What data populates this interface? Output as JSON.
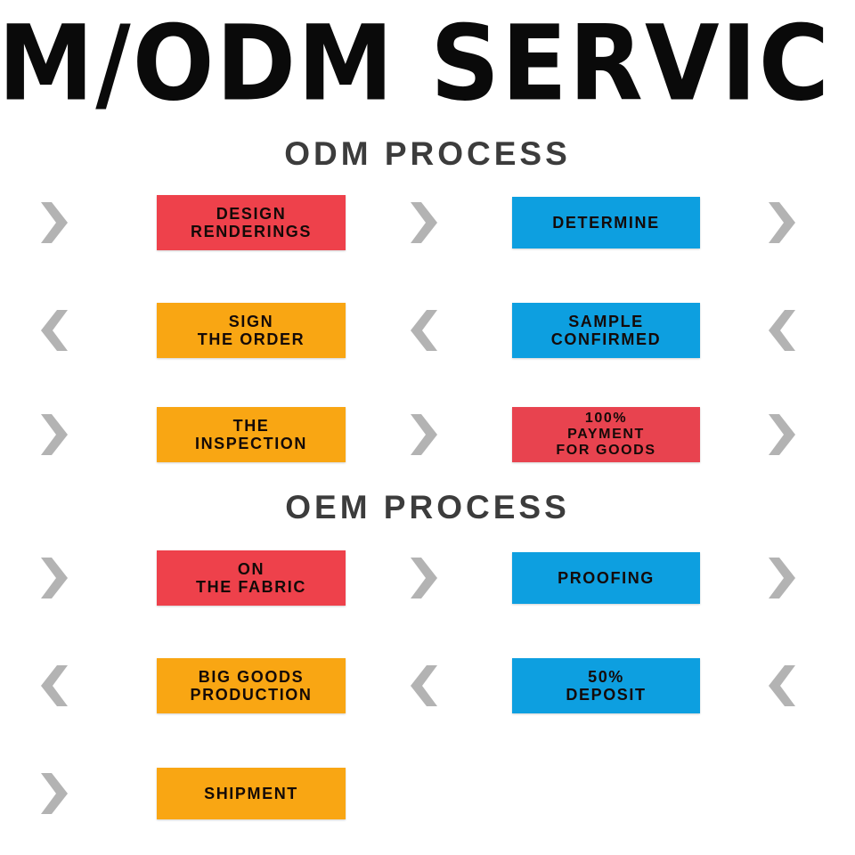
{
  "banner": {
    "title": "EM/ODM  SERVIC",
    "full_title": "OEM/ODM SERVICE"
  },
  "sections": [
    {
      "heading": "ODM PROCESS",
      "rows": [
        {
          "direction": "right",
          "left_box": {
            "color": "red",
            "lines": [
              "DESIGN",
              "RENDERINGS"
            ]
          },
          "right_box": {
            "color": "blue",
            "lines": [
              "DETERMINE"
            ]
          }
        },
        {
          "direction": "left",
          "left_box": {
            "color": "orange",
            "lines": [
              "SIGN",
              "THE ORDER"
            ]
          },
          "right_box": {
            "color": "blue",
            "lines": [
              "SAMPLE",
              "CONFIRMED"
            ]
          }
        },
        {
          "direction": "right",
          "left_box": {
            "color": "orange",
            "lines": [
              "THE",
              "INSPECTION"
            ]
          },
          "right_box": {
            "color": "red2",
            "lines": [
              "100%",
              "PAYMENT",
              "FOR GOODS"
            ]
          }
        }
      ]
    },
    {
      "heading": "OEM PROCESS",
      "rows": [
        {
          "direction": "right",
          "left_box": {
            "color": "red",
            "lines": [
              "ON",
              "THE FABRIC"
            ]
          },
          "right_box": {
            "color": "blue",
            "lines": [
              "PROOFING"
            ]
          }
        },
        {
          "direction": "left",
          "left_box": {
            "color": "orange",
            "lines": [
              "BIG GOODS",
              "PRODUCTION"
            ]
          },
          "right_box": {
            "color": "blue",
            "lines": [
              "50%",
              "DEPOSIT"
            ]
          }
        },
        {
          "direction": "right",
          "left_box": {
            "color": "orange",
            "lines": [
              "SHIPMENT"
            ]
          },
          "right_box": null
        }
      ]
    }
  ],
  "colors": {
    "red": "#ee414b",
    "red2": "#e8434f",
    "blue": "#0d9fe0",
    "orange": "#f9a613",
    "chevron": "#b3b3b3",
    "heading": "#3c3c3c",
    "banner": "#0a0a0a",
    "background": "#ffffff",
    "box_text": "#140a08"
  },
  "icons": {
    "chevron_right": "chevron-right-icon",
    "chevron_left": "chevron-left-icon"
  }
}
